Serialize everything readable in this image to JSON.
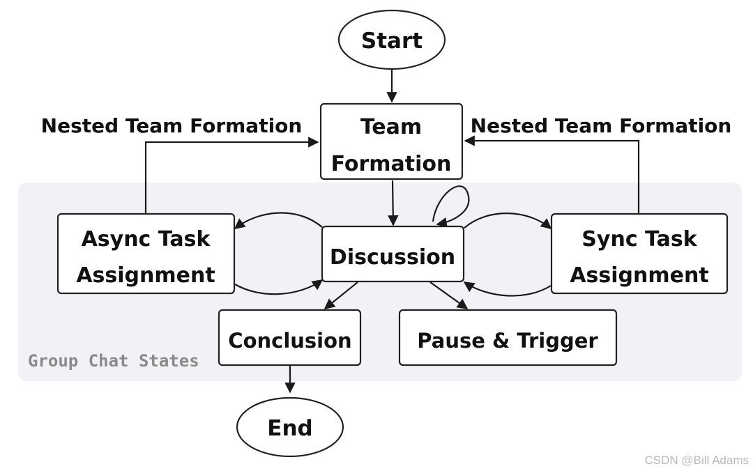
{
  "diagram": {
    "start": "Start",
    "end": "End",
    "team_formation": [
      "Team",
      "Formation"
    ],
    "discussion": "Discussion",
    "async_task": [
      "Async Task",
      "Assignment"
    ],
    "sync_task": [
      "Sync Task",
      "Assignment"
    ],
    "conclusion": "Conclusion",
    "pause_trigger": "Pause & Trigger",
    "nested_left": "Nested Team Formation",
    "nested_right": "Nested Team Formation",
    "group_label": "Group Chat States"
  },
  "watermark": "CSDN @Bill Adams",
  "colors": {
    "group_background": "#f2f2f6",
    "stroke": "#1a1a1a",
    "group_label": "#8a8a8a"
  }
}
